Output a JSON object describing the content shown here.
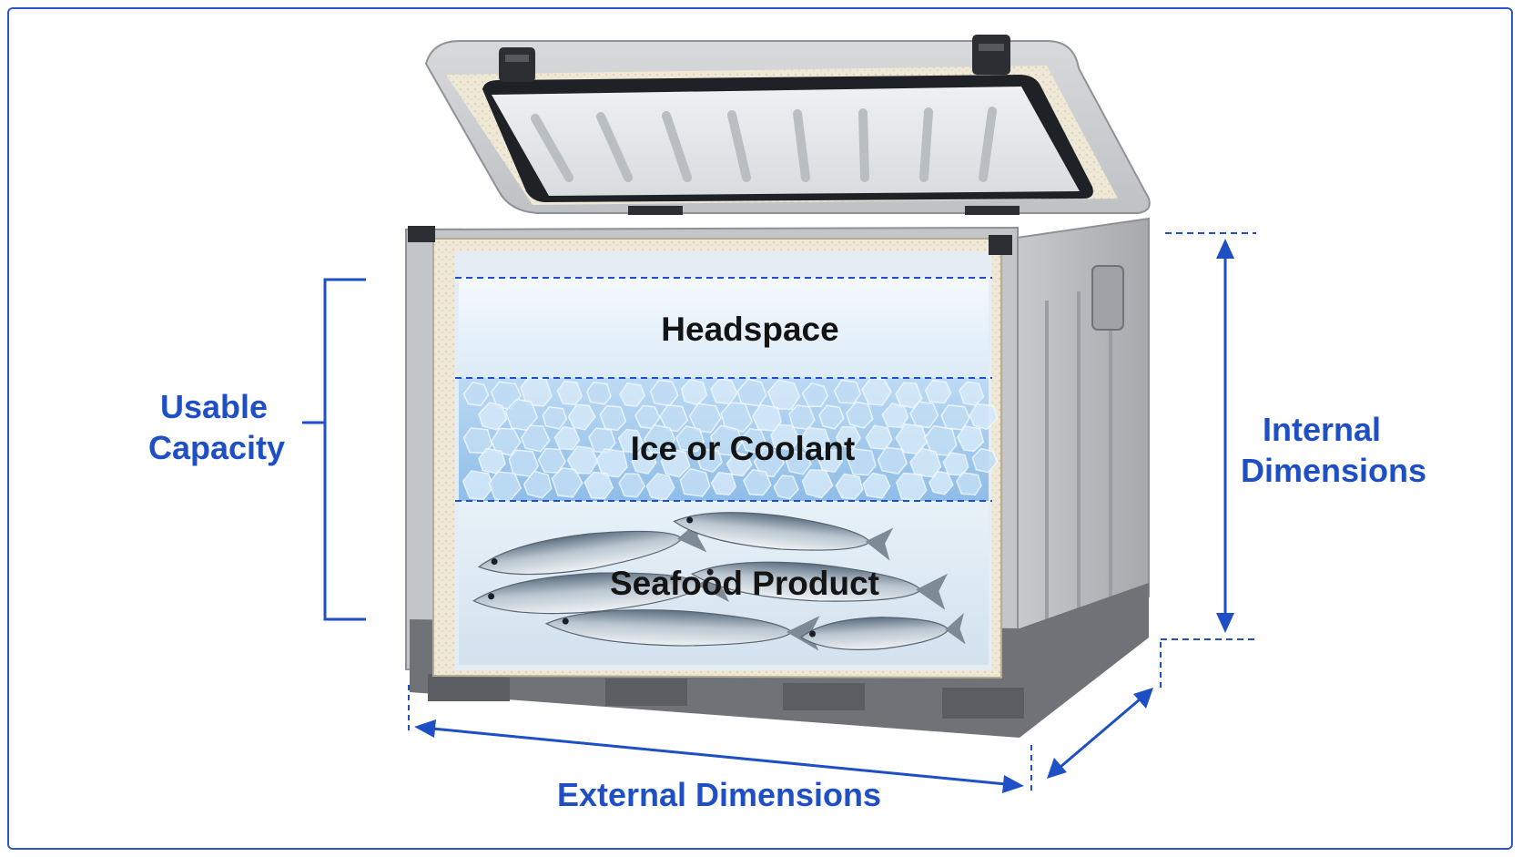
{
  "labels": {
    "headspace": "Headspace",
    "ice": "Ice or Coolant",
    "seafood": "Seafood Product",
    "usable_line1": "Usable",
    "usable_line2": "Capacity",
    "internal_line1": "Internal",
    "internal_line2": "Dimensions",
    "external": "External Dimensions"
  },
  "colors": {
    "accent": "#1f4fc4",
    "frame": "#2f57c8",
    "cooler_shell": "#b5b8bb",
    "insulation": "#ece4d2",
    "ice": "#a9cdee"
  }
}
